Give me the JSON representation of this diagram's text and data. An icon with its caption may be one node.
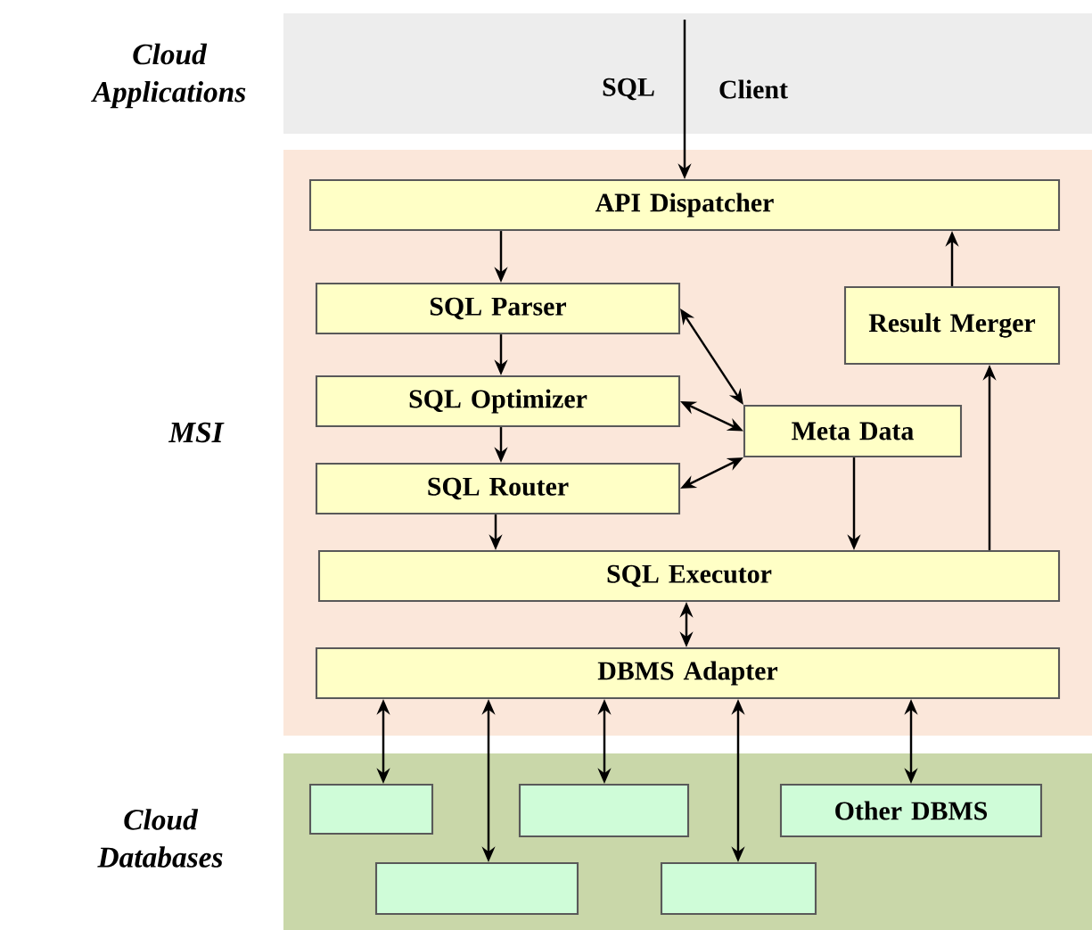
{
  "diagram": {
    "nodes": [
      {
        "text": [
          "Cloud Applications"
        ]
      },
      {
        "text": [
          "MSI"
        ]
      },
      {
        "text": [
          "Cloud Databases"
        ]
      },
      {
        "text": [
          "API Dispatcher"
        ],
        "in": 1
      },
      {
        "text": [
          "SQL Parser"
        ],
        "in": 1
      },
      {
        "text": [
          "Result Merger"
        ],
        "in": 1
      },
      {
        "text": [
          "SQL Optimizer"
        ],
        "in": 1
      },
      {
        "text": [
          "Meta Data"
        ],
        "in": 1
      },
      {
        "text": [
          "SQL Router"
        ],
        "in": 1
      },
      {
        "text": [
          "SQL Executor"
        ],
        "in": 1
      },
      {
        "text": [
          "DBMS Adapter"
        ],
        "in": 1
      },
      {
        "text": [],
        "shape": "box",
        "in": 2
      },
      {
        "text": [],
        "shape": "box",
        "in": 2
      },
      {
        "text": [
          "Other DBMS"
        ],
        "in": 2
      },
      {
        "text": [],
        "shape": "box",
        "in": 2
      },
      {
        "text": [],
        "shape": "box",
        "in": 2
      }
    ],
    "edges": [
      {
        "from": 0,
        "to": 3,
        "arrow": "to"
      },
      {
        "from": 3,
        "to": 4,
        "arrow": "to"
      },
      {
        "from": 4,
        "to": 6,
        "arrow": "to"
      },
      {
        "from": 6,
        "to": 8,
        "arrow": "to"
      },
      {
        "from": 8,
        "to": 9,
        "arrow": "to"
      },
      {
        "from": 4,
        "to": 7,
        "arrow": "both"
      },
      {
        "from": 6,
        "to": 7,
        "arrow": "both"
      },
      {
        "from": 8,
        "to": 7,
        "arrow": "both"
      },
      {
        "from": 7,
        "to": 9,
        "arrow": "to"
      },
      {
        "from": 9,
        "to": 5,
        "arrow": "to"
      },
      {
        "from": 5,
        "to": 3,
        "arrow": "to"
      },
      {
        "from": 9,
        "to": 10,
        "arrow": "both"
      },
      {
        "from": 10,
        "to": 11,
        "arrow": "both"
      },
      {
        "from": 10,
        "to": 14,
        "arrow": "both"
      },
      {
        "from": 10,
        "to": 12,
        "arrow": "both"
      },
      {
        "from": 10,
        "to": 15,
        "arrow": "both"
      },
      {
        "from": 10,
        "to": 13,
        "arrow": "both"
      }
    ],
    "labels": [
      "SQL",
      "Client"
    ]
  }
}
